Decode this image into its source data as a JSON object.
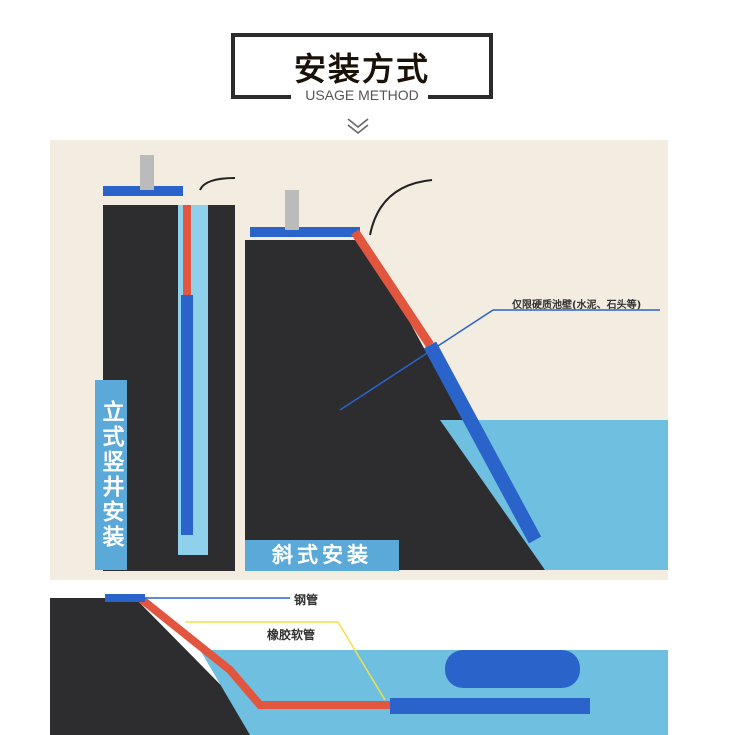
{
  "header": {
    "title": "安装方式",
    "subtitle": "USAGE METHOD",
    "chevron_icon": "double-chevron-down-icon"
  },
  "panels": {
    "vertical_label": "立式竖井安装",
    "inclined_label": "斜式安装",
    "wall_note": "仅限硬质池壁(水泥、石头等)",
    "steel_pipe_label": "钢管",
    "rubber_hose_label": "橡胶软管"
  },
  "colors": {
    "beige": "#f3ece0",
    "dark": "#2d2d2f",
    "water": "#6fc0e0",
    "blue_pipe": "#2a63c9",
    "red_pipe": "#e2553f",
    "label_bg": "#5aa9d8"
  }
}
